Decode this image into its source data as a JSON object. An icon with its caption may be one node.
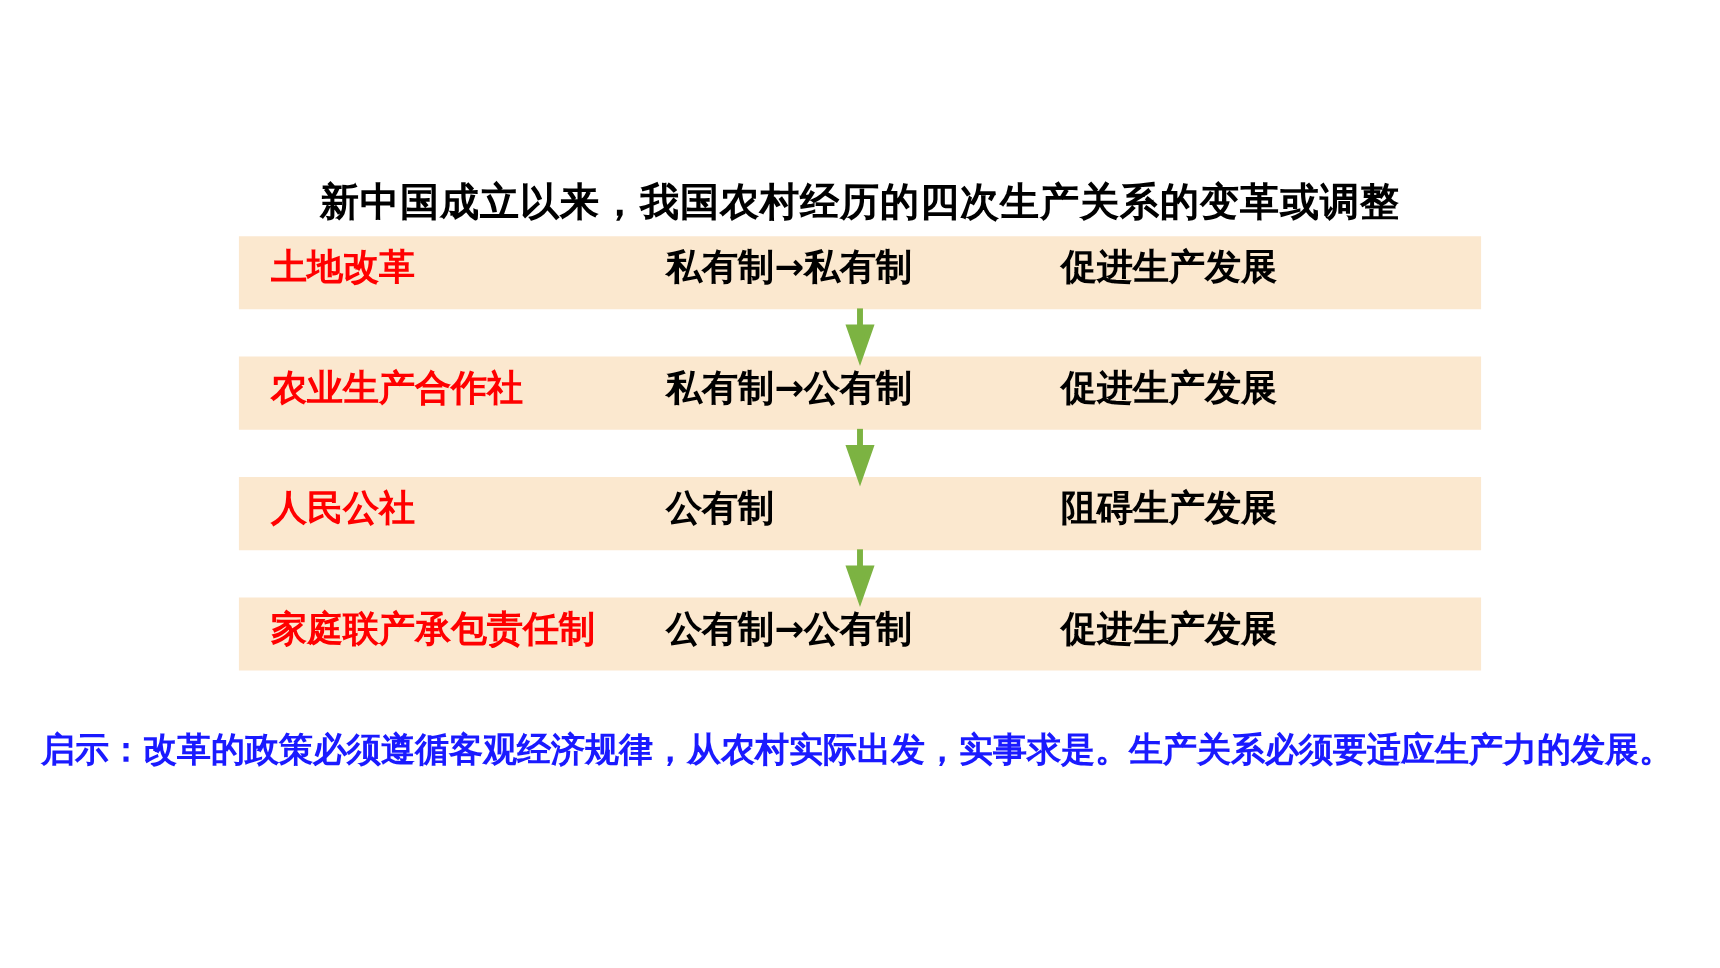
{
  "diagram": {
    "title": "新中国成立以来，我国农村经历的四次生产关系的变革或调整",
    "nodes": [
      {
        "text": [
          "土地改革",
          "私有制→私有制",
          "促进生产发展"
        ]
      },
      {
        "text": [
          "农业生产合作社",
          "私有制→公有制",
          "促进生产发展"
        ]
      },
      {
        "text": [
          "人民公社",
          "公有制",
          "阻碍生产发展"
        ]
      },
      {
        "text": [
          "家庭联产承包责任制",
          "公有制→公有制",
          "促进生产发展"
        ]
      }
    ],
    "edges": [
      {
        "from": 0,
        "to": 1,
        "arrow": "to"
      },
      {
        "from": 1,
        "to": 2,
        "arrow": "to"
      },
      {
        "from": 2,
        "to": 3,
        "arrow": "to"
      }
    ],
    "labels": [
      "启示：改革的政策必须遵循客观经济规律，从农村实际出发，实事求是。生产关系必须要适应生产力的发展。"
    ]
  }
}
